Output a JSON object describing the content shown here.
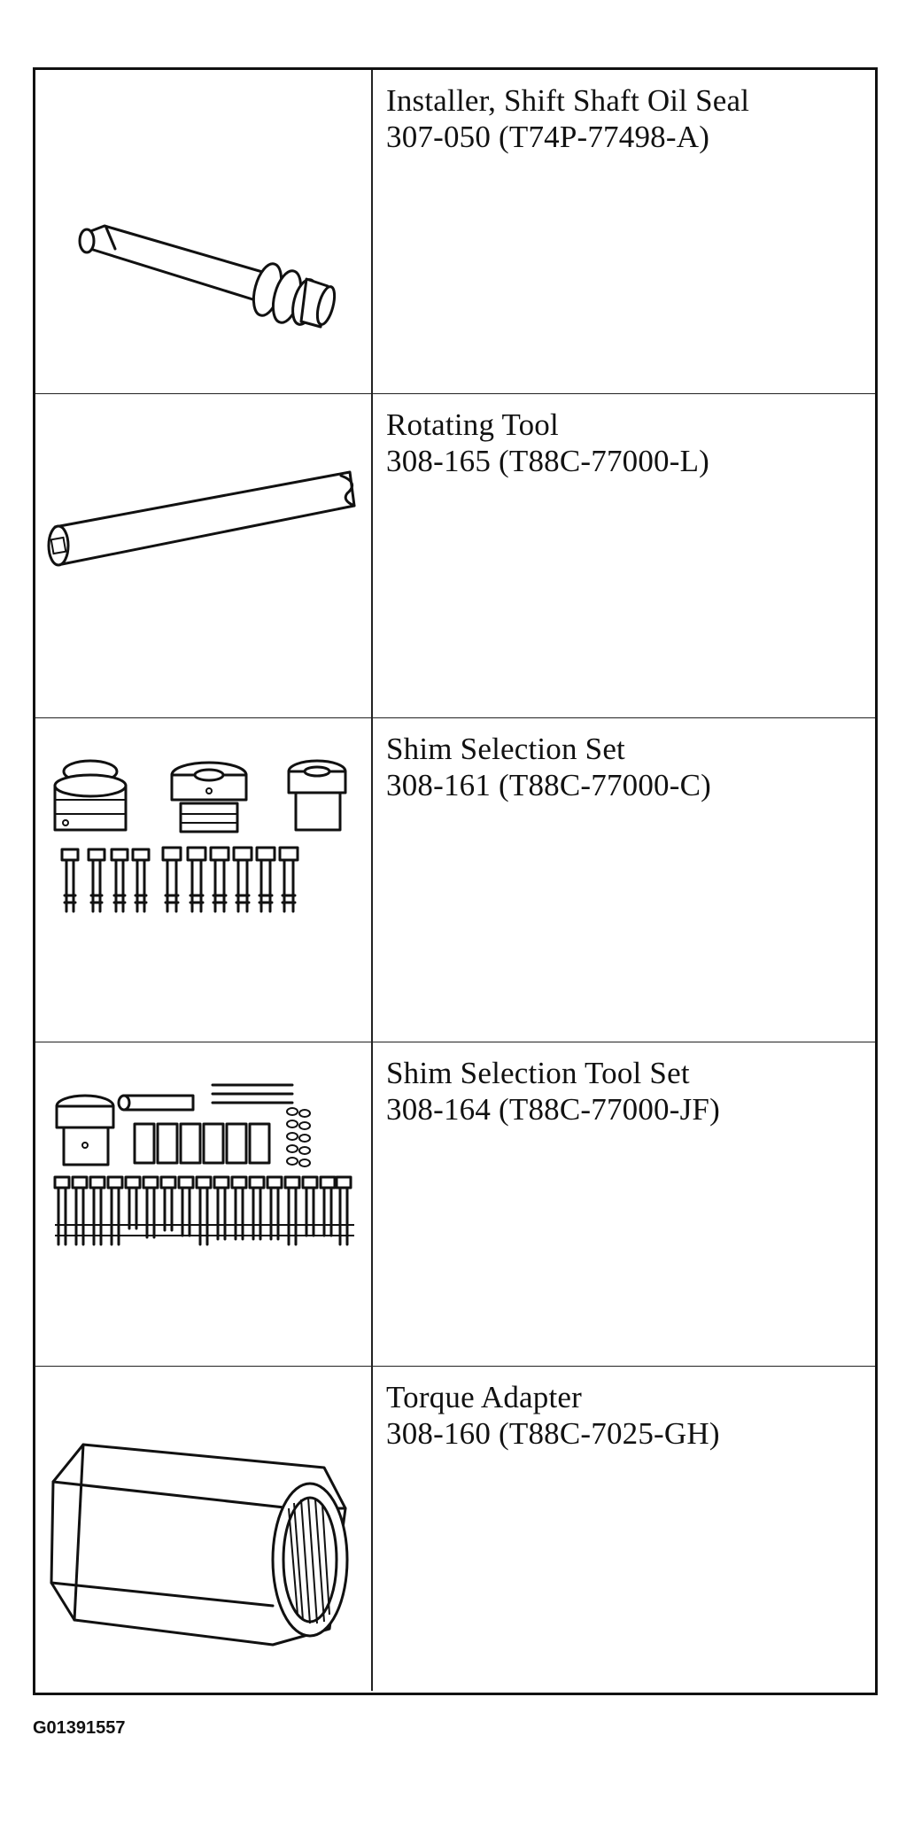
{
  "tools": [
    {
      "icon": "seal-installer-icon",
      "name": "Installer, Shift Shaft Oil Seal",
      "part": "307-050 (T74P-77498-A)"
    },
    {
      "icon": "rotating-tool-icon",
      "name": "Rotating Tool",
      "part": "308-165 (T88C-77000-L)"
    },
    {
      "icon": "shim-selection-set-icon",
      "name": "Shim Selection Set",
      "part": "308-161 (T88C-77000-C)"
    },
    {
      "icon": "shim-selection-tool-set-icon",
      "name": "Shim Selection Tool Set",
      "part": "308-164 (T88C-77000-JF)"
    },
    {
      "icon": "torque-adapter-icon",
      "name": "Torque Adapter",
      "part": "308-160 (T88C-7025-GH)"
    }
  ],
  "figure_id": "G01391557"
}
